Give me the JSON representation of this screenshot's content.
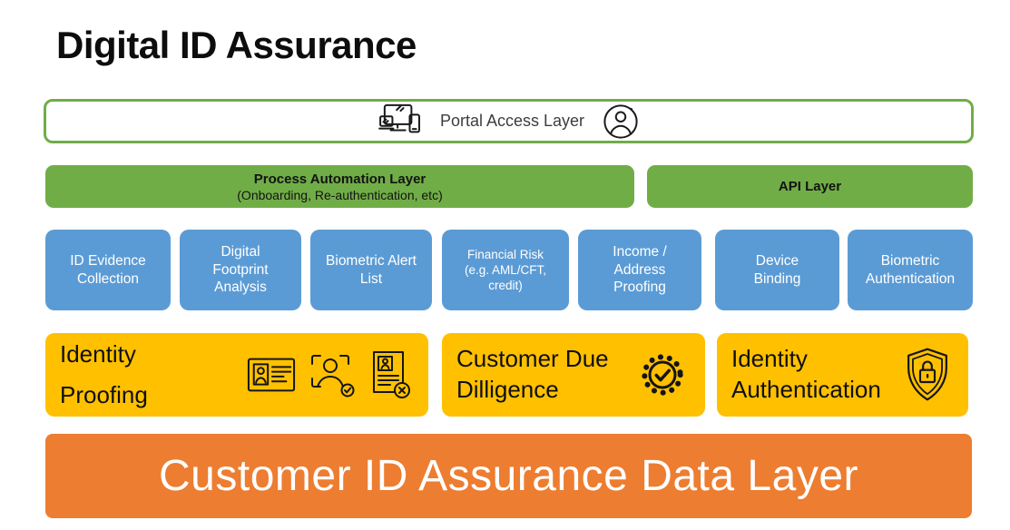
{
  "page": {
    "title": "Digital ID Assurance"
  },
  "colors": {
    "green": "#70AD47",
    "blue": "#5B9BD5",
    "yellow": "#FFC000",
    "orange": "#ED7D31",
    "portal_border": "#70AD47",
    "text_dark": "#0f0f0f",
    "text_light": "#ffffff"
  },
  "portal_layer": {
    "label": "Portal Access Layer",
    "icons": [
      "devices-icon",
      "user-circle-icon"
    ]
  },
  "automation_row": {
    "process_automation": {
      "title": "Process Automation Layer",
      "subtitle": "(Onboarding, Re-authentication, etc)"
    },
    "api": {
      "title": "API Layer"
    }
  },
  "capabilities": [
    {
      "label": "ID Evidence\nCollection"
    },
    {
      "label": "Digital\nFootprint\nAnalysis"
    },
    {
      "label": "Biometric Alert\nList"
    },
    {
      "label": "Financial Risk\n(e.g. AML/CFT,\ncredit)"
    },
    {
      "label": "Income /\nAddress\nProofing"
    },
    {
      "label": "Device\nBinding"
    },
    {
      "label": "Biometric\nAuthentication"
    }
  ],
  "functions": [
    {
      "label": "Identity\nProofing",
      "icons": [
        "id-card-icon",
        "face-scan-check-icon",
        "document-x-icon"
      ]
    },
    {
      "label": "Customer Due\nDilligence",
      "icons": [
        "badge-check-icon"
      ]
    },
    {
      "label": "Identity\nAuthentication",
      "icons": [
        "shield-lock-icon"
      ]
    }
  ],
  "data_layer": {
    "label": "Customer ID Assurance Data Layer"
  }
}
